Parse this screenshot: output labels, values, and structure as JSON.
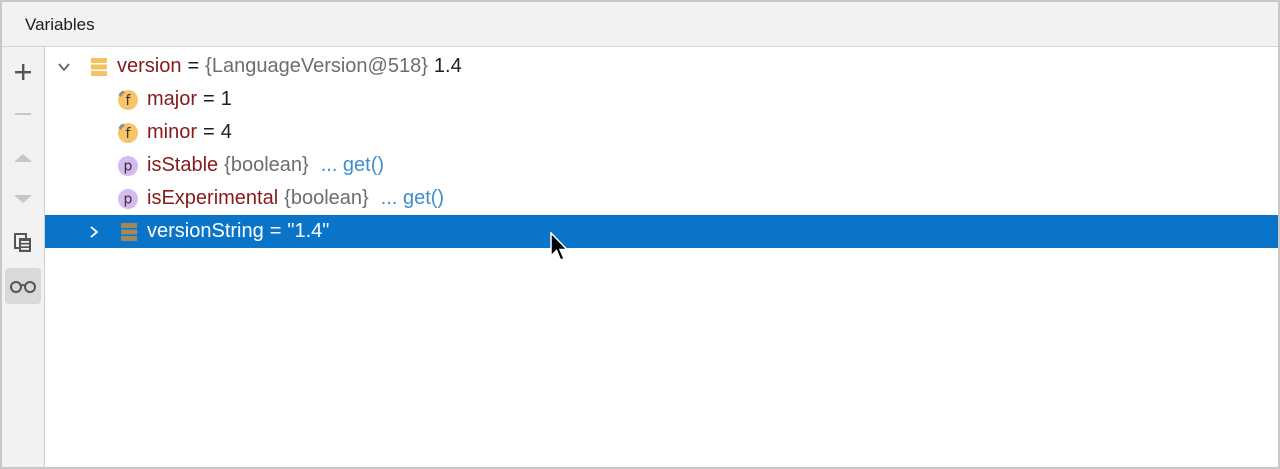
{
  "panel": {
    "title": "Variables"
  },
  "toolbar": {
    "buttons": [
      {
        "name": "add",
        "icon": "plus-icon"
      },
      {
        "name": "remove",
        "icon": "minus-icon"
      },
      {
        "name": "move-up",
        "icon": "triangle-up-icon"
      },
      {
        "name": "move-down",
        "icon": "triangle-down-icon"
      },
      {
        "name": "copy",
        "icon": "copy-icon"
      },
      {
        "name": "watches",
        "icon": "glasses-icon",
        "active": true
      }
    ]
  },
  "tree": {
    "rows": [
      {
        "name": "version",
        "eq": "=",
        "type": "{LanguageVersion@518}",
        "value": "1.4",
        "expanded": true,
        "icon": "object-icon"
      },
      {
        "name": "major",
        "eq": "=",
        "value": "1",
        "icon": "field-icon",
        "icon_letter": "f"
      },
      {
        "name": "minor",
        "eq": "=",
        "value": "4",
        "icon": "field-icon",
        "icon_letter": "f"
      },
      {
        "name": "isStable",
        "type": "{boolean}",
        "link": "... get()",
        "icon": "property-icon",
        "icon_letter": "p"
      },
      {
        "name": "isExperimental",
        "type": "{boolean}",
        "link": "... get()",
        "icon": "property-icon",
        "icon_letter": "p"
      },
      {
        "name": "versionString",
        "eq": "=",
        "value": "\"1.4\"",
        "collapsed": true,
        "selected": true,
        "icon": "object-icon"
      }
    ]
  },
  "colors": {
    "selection": "#0a74c9",
    "variable_name": "#871a1a",
    "type_gray": "#6d6d6d",
    "link_blue": "#3d8fd1",
    "field_icon": "#f7c468",
    "property_icon": "#d7b9f2"
  }
}
